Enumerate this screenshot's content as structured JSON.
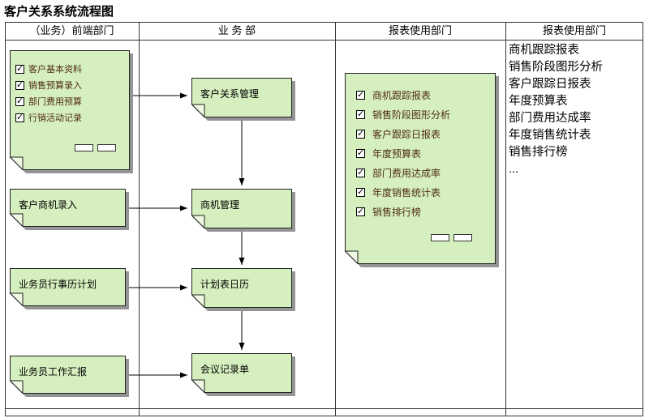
{
  "title": "客户关系系统流程图",
  "lanes": {
    "lane1": "（业务）前端部门",
    "lane2": "业 务 部",
    "lane3": "报表使用部门",
    "lane4": "报表使用部门"
  },
  "frontend": {
    "entry_form": {
      "items": [
        "客户基本资料",
        "销售预算录入",
        "部门费用预算",
        "行销活动记录"
      ]
    },
    "opportunity_entry": "客户商机录入",
    "calendar_plan": "业务员行事历计划",
    "work_report": "业务员工作汇报"
  },
  "business": {
    "crm": "客户关系管理",
    "opportunity_mgmt": "商机管理",
    "schedule_calendar": "计划表日历",
    "meeting_minutes": "会议记录单"
  },
  "reports_panel": {
    "items": [
      "商机跟踪报表",
      "销售阶段图形分析",
      "客户跟踪日报表",
      "年度预算表",
      "部门费用达成率",
      "年度销售统计表",
      "销售排行榜"
    ]
  },
  "report_list": [
    "商机跟踪报表",
    "销售阶段图形分析",
    "客户跟踪日报表",
    "年度预算表",
    "部门费用达成率",
    "年度销售统计表",
    "销售排行榜",
    "..."
  ],
  "colors": {
    "note_fill": "#d5efbf",
    "note_fold": "#eef8e2",
    "shadow": "#949494",
    "line": "#333333",
    "checklist_text": "#4f2d12",
    "text": "#000000"
  }
}
